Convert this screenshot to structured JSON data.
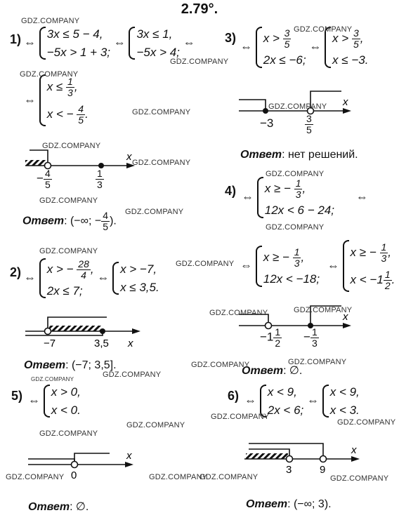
{
  "title": "2.79°.",
  "equiv": "⇔",
  "answer_label": "Ответ",
  "watermark": "GDZ.COMPANY",
  "axis_var": "x",
  "p1": {
    "num": "1)",
    "s1": [
      "3x ≤ 5 − 4,",
      "−5x > 1 + 3;"
    ],
    "s2": [
      "3x ≤ 1,",
      "−5x > 4;"
    ],
    "s3a": "x ≤",
    "s3a_n": "1",
    "s3a_d": "3",
    "s3b": "x < −",
    "s3b_n": "4",
    "s3b_d": "5",
    "pt1_sign": "−",
    "pt1_n": "4",
    "pt1_d": "5",
    "pt2_n": "1",
    "pt2_d": "3",
    "ans_open": ": (−∞; −",
    "ans_n": "4",
    "ans_d": "5",
    "ans_close": ")."
  },
  "p2": {
    "num": "2)",
    "s1a": "x > −",
    "s1a_n": "28",
    "s1a_d": "4",
    "s1b": "2x ≤ 7;",
    "s2": [
      "x > −7,",
      "x ≤ 3,5."
    ],
    "pt1": "−7",
    "pt2": "3,5",
    "ans": ": (−7; 3,5]."
  },
  "p3": {
    "num": "3)",
    "s1a": "x >",
    "s1a_n": "3",
    "s1a_d": "5",
    "s1b": "2x ≤ −6;",
    "s2a": "x >",
    "s2a_n": "3",
    "s2a_d": "5",
    "s2b": "x ≤ −3.",
    "pt1": "−3",
    "pt2_n": "3",
    "pt2_d": "5",
    "ans": ": нет решений."
  },
  "p4": {
    "num": "4)",
    "s1a": "x ≥ −",
    "s1a_n": "1",
    "s1a_d": "3",
    "s1b": "12x < 6 − 24;",
    "s2a": "x ≥ −",
    "s2a_n": "1",
    "s2a_d": "3",
    "s2b": "12x < −18;",
    "s3a": "x ≥ −",
    "s3a_n": "1",
    "s3a_d": "3",
    "s3b": "x < −1",
    "s3b_n": "1",
    "s3b_d": "2",
    "pt1_sign": "−1",
    "pt1_n": "1",
    "pt1_d": "2",
    "pt2_sign": "−",
    "pt2_n": "1",
    "pt2_d": "3",
    "ans": ": ∅."
  },
  "p5": {
    "num": "5)",
    "s1": [
      "x > 0,",
      "x < 0."
    ],
    "pt1": "0",
    "ans": ": ∅."
  },
  "p6": {
    "num": "6)",
    "s1": [
      "x < 9,",
      "2x < 6;"
    ],
    "s2": [
      "x < 9,",
      "x < 3."
    ],
    "pt1": "3",
    "pt2": "9",
    "ans": ": (−∞; 3)."
  }
}
